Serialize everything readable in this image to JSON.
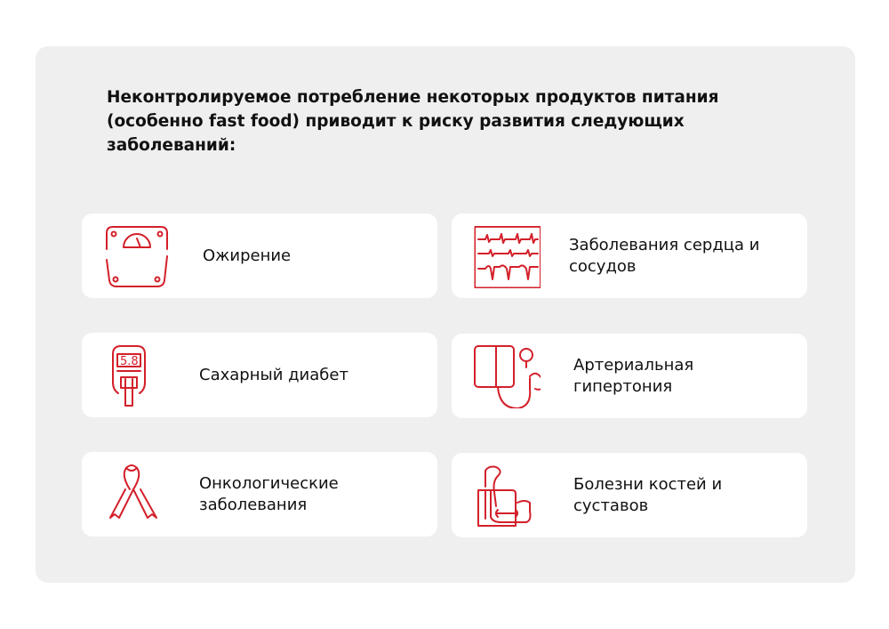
{
  "title": {
    "line1": "Неконтролируемое потребление некоторых продуктов питания",
    "line2": "(особенно fast food) приводит к риску развития следующих заболеваний:"
  },
  "accent_color": "#d3202a",
  "items": [
    {
      "label": "Ожирение",
      "icon": "scale-icon"
    },
    {
      "label": "Заболевания сердца и сосудов",
      "icon": "ecg-icon"
    },
    {
      "label": "Сахарный диабет",
      "icon": "glucometer-icon",
      "display": "5.8"
    },
    {
      "label": "Артериальная гипертония",
      "icon": "blood-pressure-cuff-icon"
    },
    {
      "label": "Онкологические заболевания",
      "icon": "awareness-ribbon-icon"
    },
    {
      "label": "Болезни костей и суставов",
      "icon": "joint-bone-icon"
    }
  ]
}
